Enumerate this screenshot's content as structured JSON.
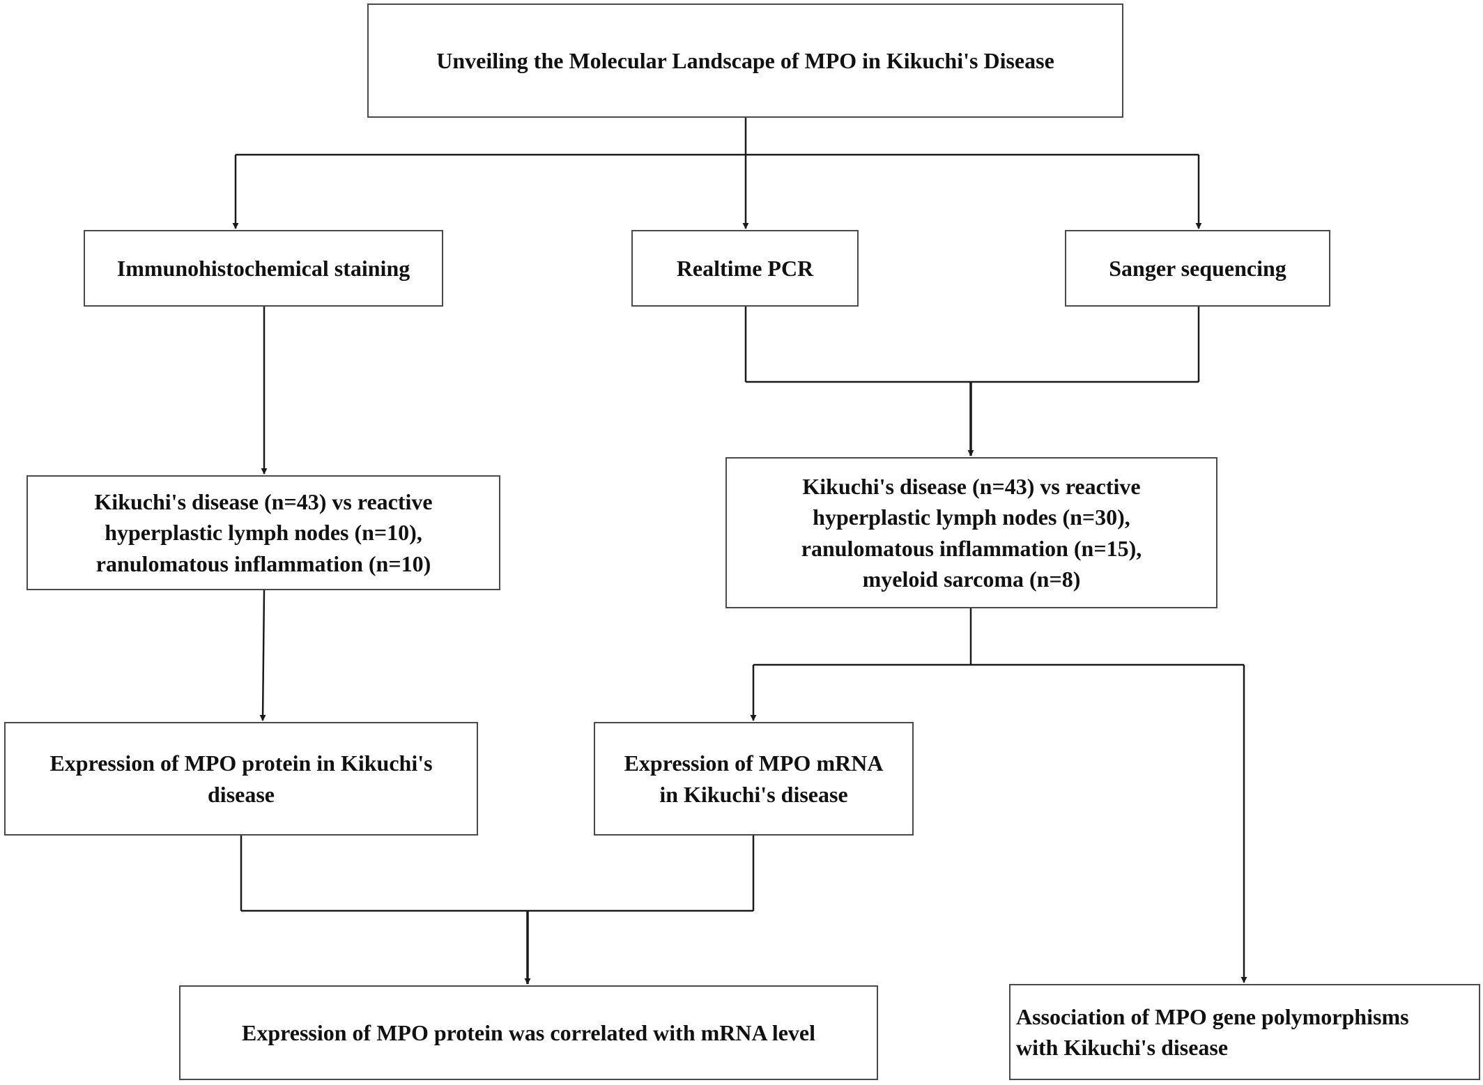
{
  "diagram": {
    "title": "Unveiling the Molecular Landscape of MPO in Kikuchi's Disease",
    "methods": {
      "ihc": "Immunohistochemical staining",
      "pcr": "Realtime PCR",
      "sanger": "Sanger sequencing"
    },
    "cohorts": {
      "ihc": "Kikuchi's disease (n=43) vs reactive\nhyperplastic lymph nodes (n=10),\nranulomatous inflammation (n=10)",
      "molecular": "Kikuchi's disease (n=43) vs reactive\nhyperplastic lymph nodes (n=30),\nranulomatous inflammation (n=15),\nmyeloid sarcoma (n=8)"
    },
    "outcomes": {
      "protein": "Expression of MPO protein in Kikuchi's\ndisease",
      "mrna": "Expression of MPO mRNA\nin Kikuchi's disease",
      "correlation": "Expression of MPO protein was correlated with mRNA level",
      "polymorphism": "Association of MPO gene polymorphisms\nwith Kikuchi's disease"
    },
    "colors": {
      "line": "#1a1a1a",
      "border": "#4a4a4a",
      "text": "#111111",
      "background": "#ffffff"
    }
  }
}
